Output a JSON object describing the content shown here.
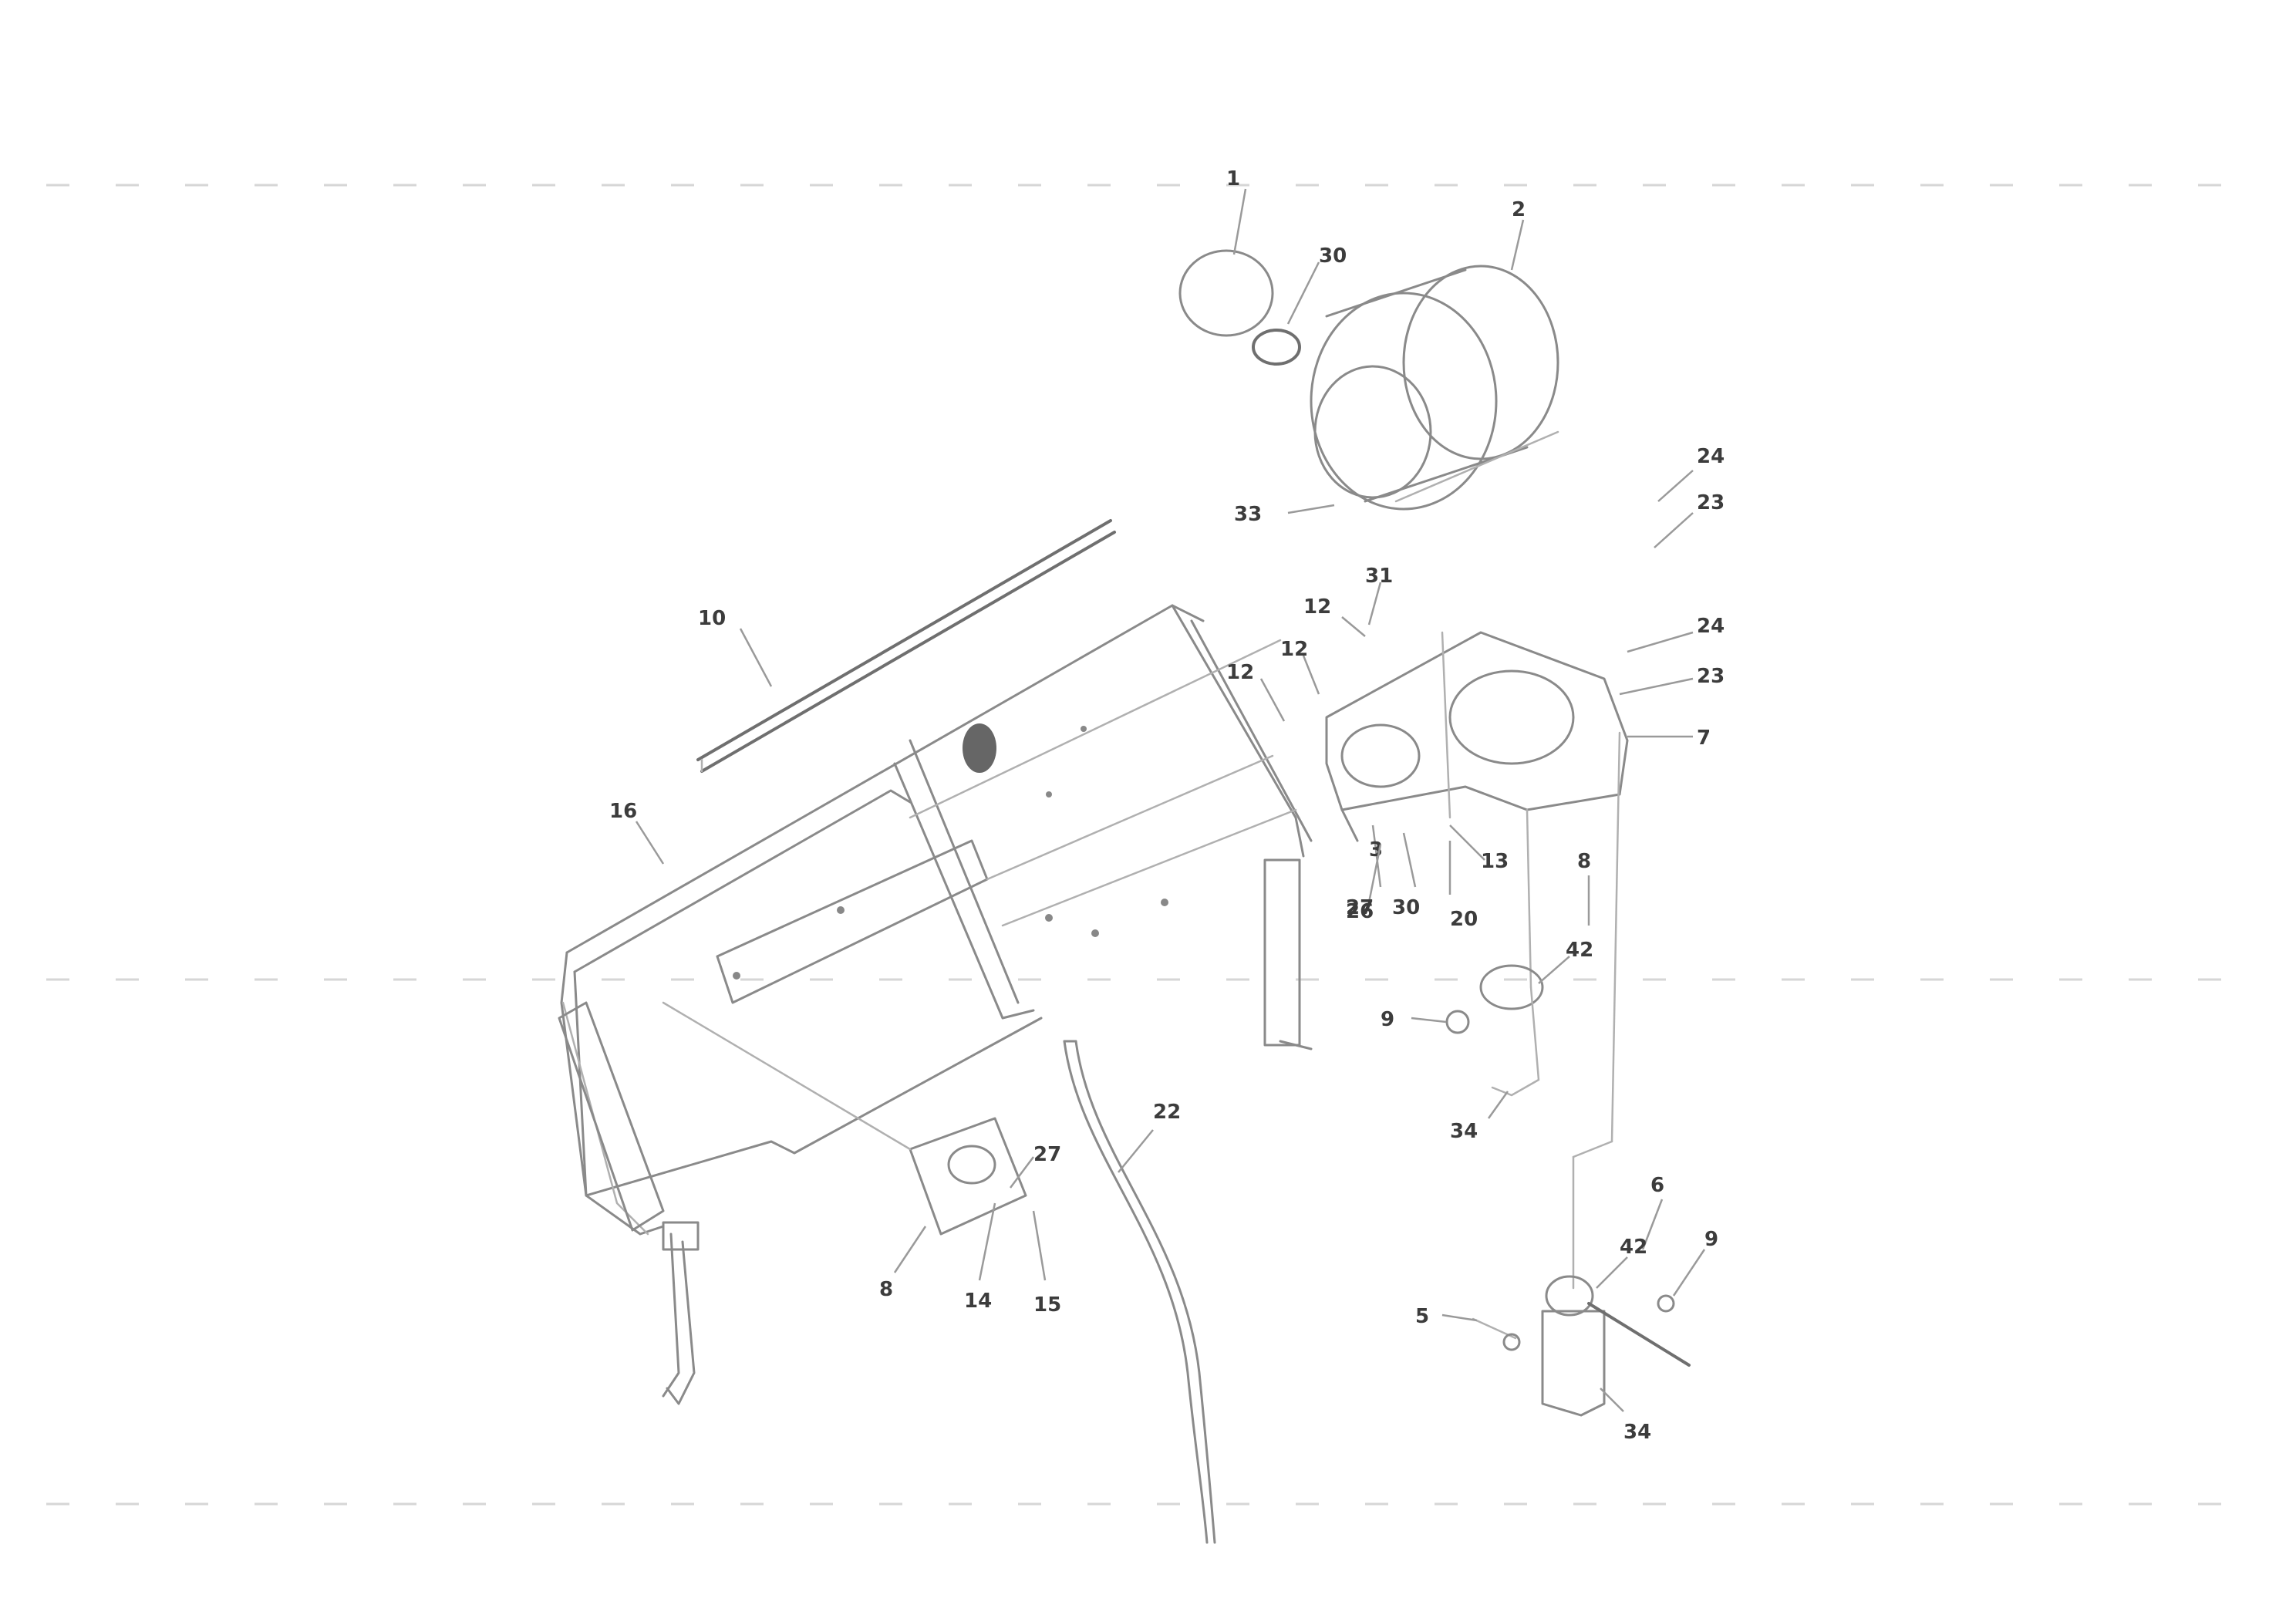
{
  "diagram": {
    "callouts": [
      {
        "id": "c-top-1",
        "text": "1"
      },
      {
        "id": "c-2",
        "text": "2"
      },
      {
        "id": "c-30a",
        "text": "30"
      },
      {
        "id": "c-33a",
        "text": "33"
      },
      {
        "id": "c-24a",
        "text": "24"
      },
      {
        "id": "c-23a",
        "text": "23"
      },
      {
        "id": "c-31a",
        "text": "31"
      },
      {
        "id": "c-10",
        "text": "10"
      },
      {
        "id": "c-12a",
        "text": "12"
      },
      {
        "id": "c-12b",
        "text": "12"
      },
      {
        "id": "c-12c",
        "text": "12"
      },
      {
        "id": "c-24b",
        "text": "24"
      },
      {
        "id": "c-23b",
        "text": "23"
      },
      {
        "id": "c-7",
        "text": "7"
      },
      {
        "id": "c-16",
        "text": "16"
      },
      {
        "id": "c-3",
        "text": "3"
      },
      {
        "id": "c-27a",
        "text": "27"
      },
      {
        "id": "c-26",
        "text": "26"
      },
      {
        "id": "c-30b",
        "text": "30"
      },
      {
        "id": "c-20",
        "text": "20"
      },
      {
        "id": "c-13",
        "text": "13"
      },
      {
        "id": "c-8a",
        "text": "8"
      },
      {
        "id": "c-42a",
        "text": "42"
      },
      {
        "id": "c-9a",
        "text": "9"
      },
      {
        "id": "c-34a",
        "text": "34"
      },
      {
        "id": "c-22",
        "text": "22"
      },
      {
        "id": "c-27b",
        "text": "27"
      },
      {
        "id": "c-8b",
        "text": "8"
      },
      {
        "id": "c-14",
        "text": "14"
      },
      {
        "id": "c-15",
        "text": "15"
      },
      {
        "id": "c-6",
        "text": "6"
      },
      {
        "id": "c-42b",
        "text": "42"
      },
      {
        "id": "c-9b",
        "text": "9"
      },
      {
        "id": "c-5",
        "text": "5"
      },
      {
        "id": "c-34b",
        "text": "34"
      }
    ]
  }
}
